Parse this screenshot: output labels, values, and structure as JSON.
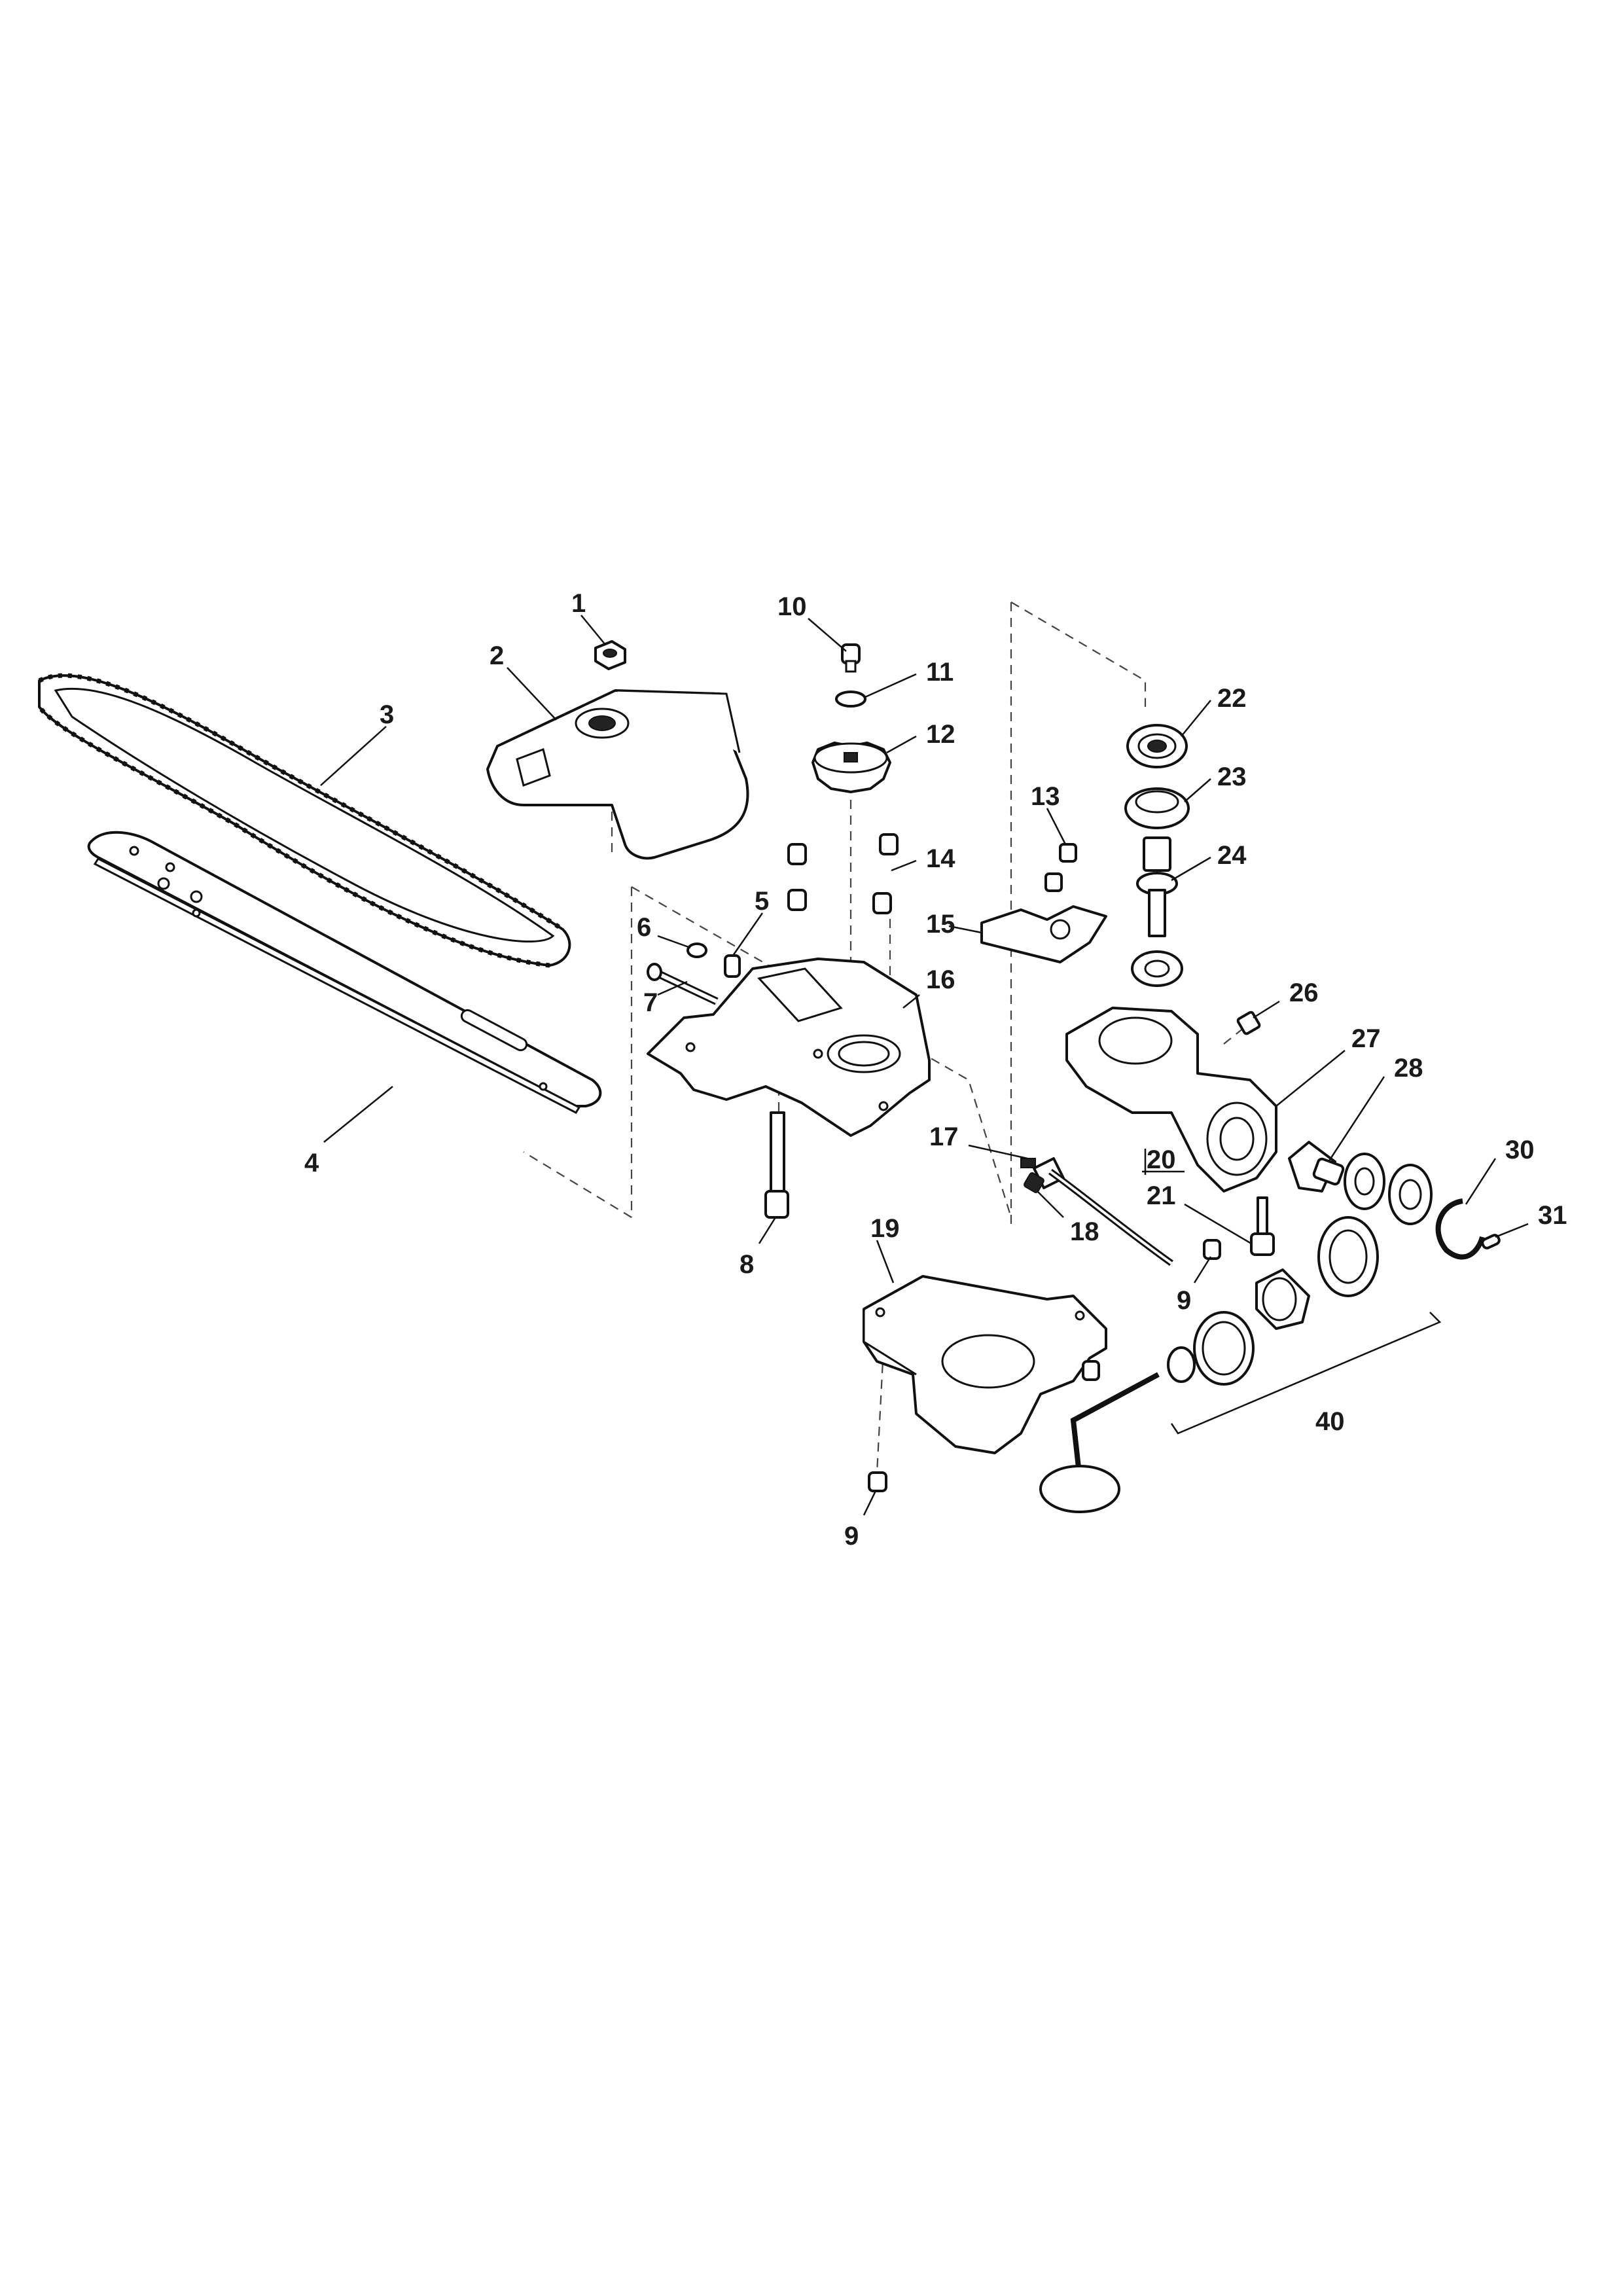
{
  "labels": {
    "p1": "1",
    "p2": "2",
    "p3": "3",
    "p4": "4",
    "p5": "5",
    "p6": "6",
    "p7": "7",
    "p8": "8",
    "p9a": "9",
    "p9b": "9",
    "p10": "10",
    "p11": "11",
    "p12": "12",
    "p13": "13",
    "p14": "14",
    "p15": "15",
    "p16": "16",
    "p17": "17",
    "p18": "18",
    "p19": "19",
    "p20": "20",
    "p21": "21",
    "p22": "22",
    "p23": "23",
    "p24": "24",
    "p26": "26",
    "p27": "27",
    "p28": "28",
    "p30": "30",
    "p31": "31",
    "p40": "40"
  }
}
